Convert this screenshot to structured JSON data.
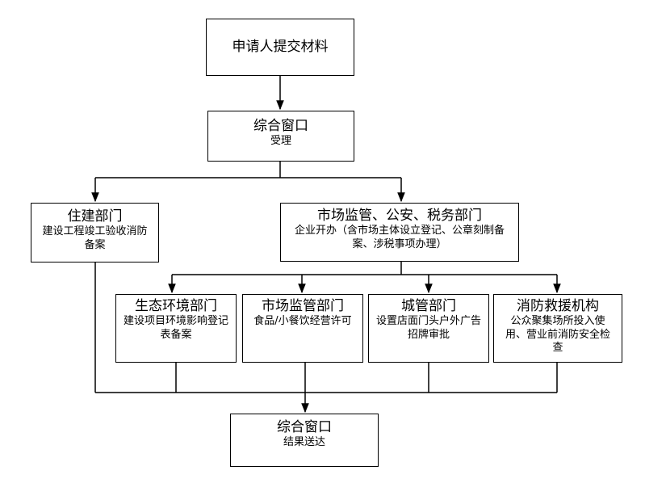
{
  "nodes": {
    "submit": {
      "title": "申请人提交材料"
    },
    "window1": {
      "title": "综合窗口",
      "sub": "受理"
    },
    "housing": {
      "title": "住建部门",
      "sub": "建设工程竣工验收消防备案"
    },
    "market": {
      "title": "市场监管、公安、税务部门",
      "sub": "企业开办（含市场主体设立登记、公章刻制备案、涉税事项办理）"
    },
    "eco": {
      "title": "生态环境部门",
      "sub": "建设项目环境影响登记表备案"
    },
    "marketsup": {
      "title": "市场监管部门",
      "sub": "食品/小餐饮经营许可"
    },
    "urban": {
      "title": "城管部门",
      "sub": "设置店面门头户外广告招牌审批"
    },
    "fire": {
      "title": "消防救援机构",
      "sub": "公众聚集场所投入使用、营业前消防安全检查"
    },
    "window2": {
      "title": "综合窗口",
      "sub": "结果送达"
    }
  }
}
